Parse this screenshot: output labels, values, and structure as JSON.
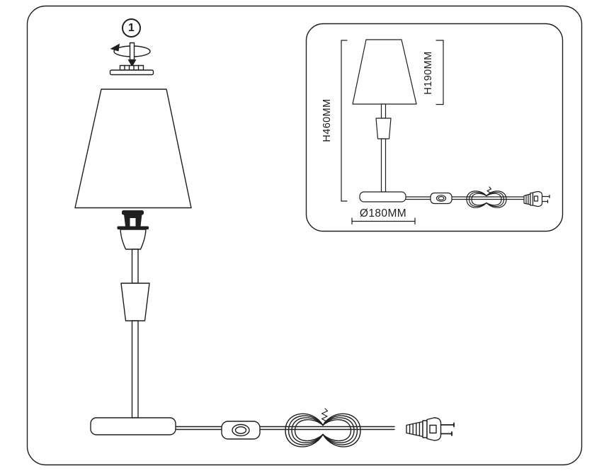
{
  "canvas": {
    "background": "#ffffff",
    "line_color": "#1f1f1f"
  },
  "step_badge": {
    "number": "1",
    "icon": "rotate-arrow-icon"
  },
  "main_diagram": {
    "parts": [
      "rotate-arrow-icon",
      "finial-plate",
      "lampshade",
      "socket",
      "stem-rod",
      "stem-cone",
      "lamp-base",
      "power-cord",
      "inline-switch",
      "cord-coil",
      "power-plug"
    ]
  },
  "spec_inset": {
    "dimensions": {
      "total_height_label": "H460MM",
      "shade_height_label": "H190MM",
      "base_diameter_label": "Ø180MM"
    }
  }
}
